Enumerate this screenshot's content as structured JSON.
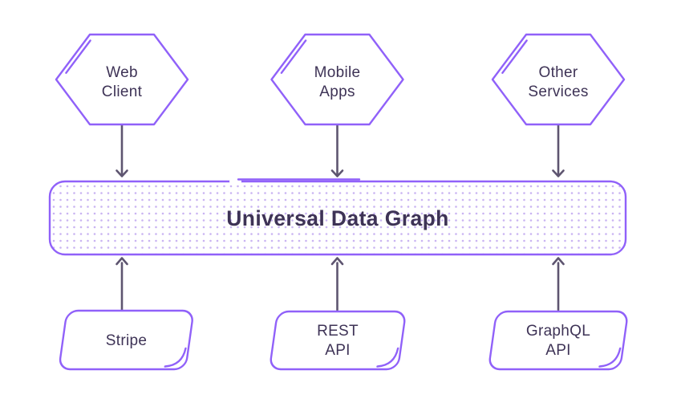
{
  "colors": {
    "background": "#ffffff",
    "outline_purple": "#9061f9",
    "pattern_dot": "#c9b4f2",
    "arrow_gray_purple": "#5e5570",
    "label_text": "#3e3356"
  },
  "center_bar": {
    "title": "Universal Data Graph"
  },
  "top_nodes": [
    {
      "id": "web-client",
      "shape": "hexagon",
      "lines": [
        "Web",
        "Client"
      ]
    },
    {
      "id": "mobile-apps",
      "shape": "hexagon",
      "lines": [
        "Mobile",
        "Apps"
      ]
    },
    {
      "id": "other-services",
      "shape": "hexagon",
      "lines": [
        "Other",
        "Services"
      ]
    }
  ],
  "bottom_nodes": [
    {
      "id": "stripe",
      "shape": "rounded-parallelogram",
      "lines": [
        "Stripe"
      ]
    },
    {
      "id": "rest-api",
      "shape": "rounded-parallelogram",
      "lines": [
        "REST",
        "API"
      ]
    },
    {
      "id": "graphql-api",
      "shape": "rounded-parallelogram",
      "lines": [
        "GraphQL",
        "API"
      ]
    }
  ]
}
